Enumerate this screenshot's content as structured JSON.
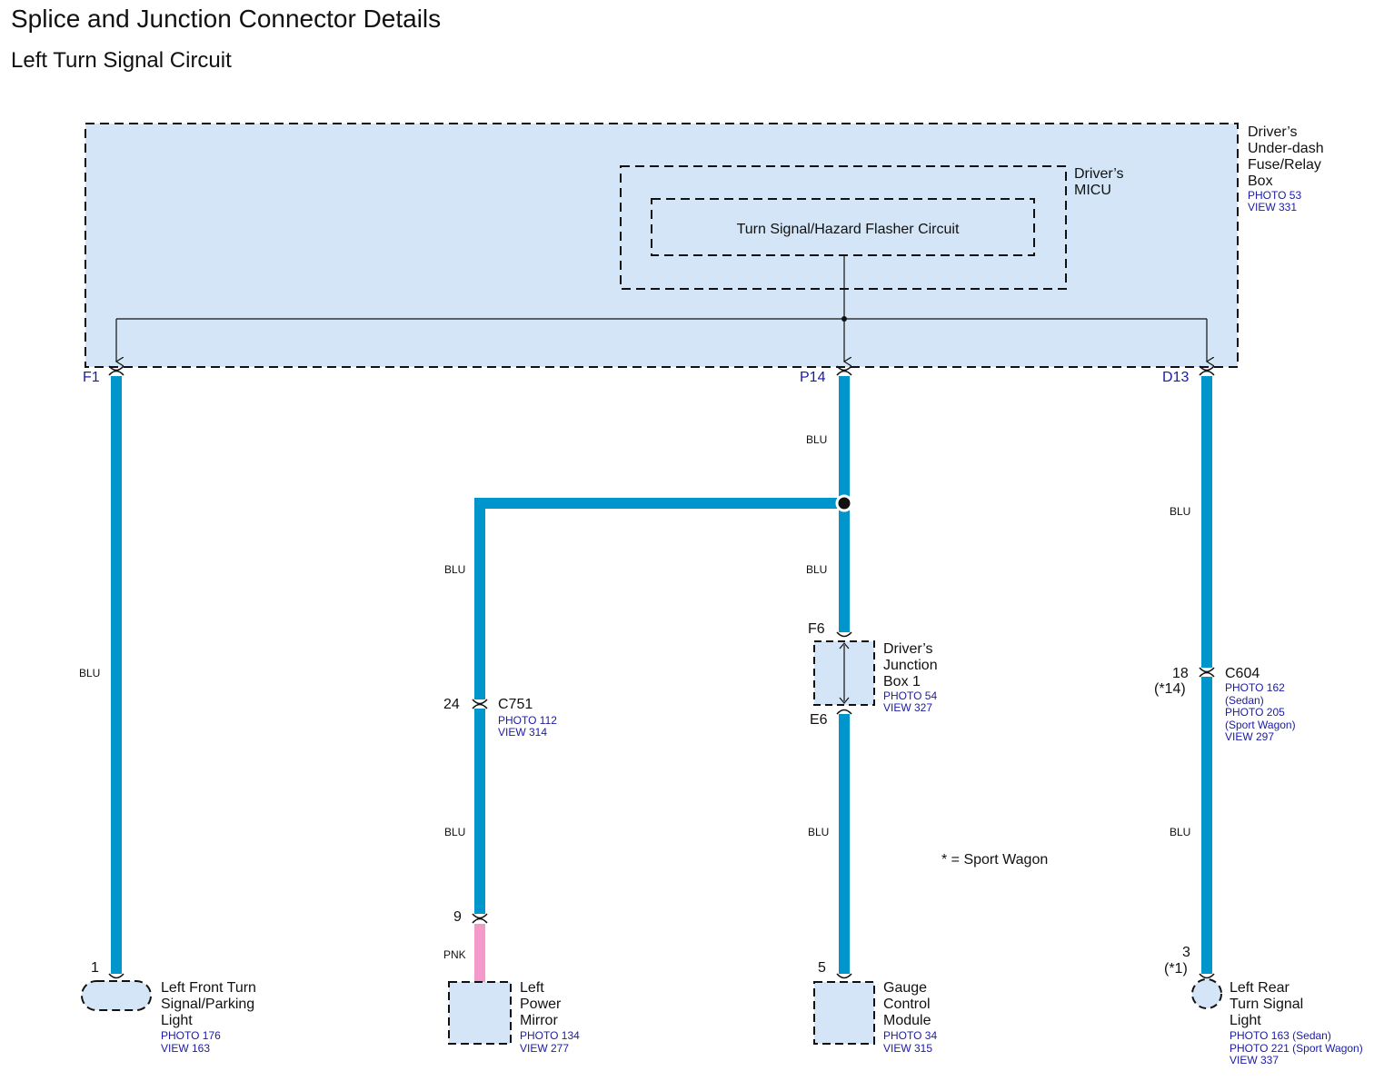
{
  "title": "Splice and Junction Connector Details",
  "subtitle": "Left Turn Signal Circuit",
  "colors": {
    "box_fill": "#d3e5f6",
    "wire_blu": "#0096cc",
    "wire_pnk": "#f39acb",
    "ref_text": "#1a1aa6"
  },
  "fuse_box": {
    "label": [
      "Driver’s",
      "Under-dash",
      "Fuse/Relay",
      "Box"
    ],
    "photo": "PHOTO 53",
    "view": "VIEW 331"
  },
  "micu": {
    "label": [
      "Driver’s",
      "MICU"
    ]
  },
  "flasher": {
    "label": "Turn Signal/Hazard Flasher Circuit"
  },
  "terminals": {
    "f1": "F1",
    "p14": "P14",
    "d13": "D13"
  },
  "wire_labels": {
    "f1_blu": "BLU",
    "p14_blu_top": "BLU",
    "p14_blu_mid": "BLU",
    "p14_blu_low": "BLU",
    "mirror_blu_top": "BLU",
    "mirror_blu_low": "BLU",
    "mirror_pnk": "PNK",
    "d13_blu_top": "BLU",
    "d13_blu_low": "BLU"
  },
  "c751": {
    "pin": "24",
    "name": "C751",
    "photo": "PHOTO 112",
    "view": "VIEW 314"
  },
  "junction_box": {
    "pin_in": "F6",
    "pin_out": "E6",
    "label": [
      "Driver’s",
      "Junction",
      "Box 1"
    ],
    "photo": "PHOTO 54",
    "view": "VIEW 327"
  },
  "c604": {
    "pin": "18",
    "pin_alt": "(*14)",
    "name": "C604",
    "refs": [
      "PHOTO 162",
      "(Sedan)",
      "PHOTO 205",
      "(Sport Wagon)",
      "VIEW 297"
    ]
  },
  "mirror_pin": "9",
  "note": "* = Sport Wagon",
  "components": {
    "front_light": {
      "pin": "1",
      "label": [
        "Left Front Turn",
        "Signal/Parking",
        "Light"
      ],
      "photo": "PHOTO 176",
      "view": "VIEW 163"
    },
    "power_mirror": {
      "label": [
        "Left",
        "Power",
        "Mirror"
      ],
      "photo": "PHOTO 134",
      "view": "VIEW 277"
    },
    "gauge": {
      "pin": "5",
      "label": [
        "Gauge",
        "Control",
        "Module"
      ],
      "photo": "PHOTO 34",
      "view": "VIEW 315"
    },
    "rear_light": {
      "pin": "3",
      "pin_alt": "(*1)",
      "label": [
        "Left Rear",
        "Turn Signal",
        "Light"
      ],
      "refs": [
        "PHOTO 163 (Sedan)",
        "PHOTO 221 (Sport Wagon)",
        "VIEW 337"
      ]
    }
  }
}
